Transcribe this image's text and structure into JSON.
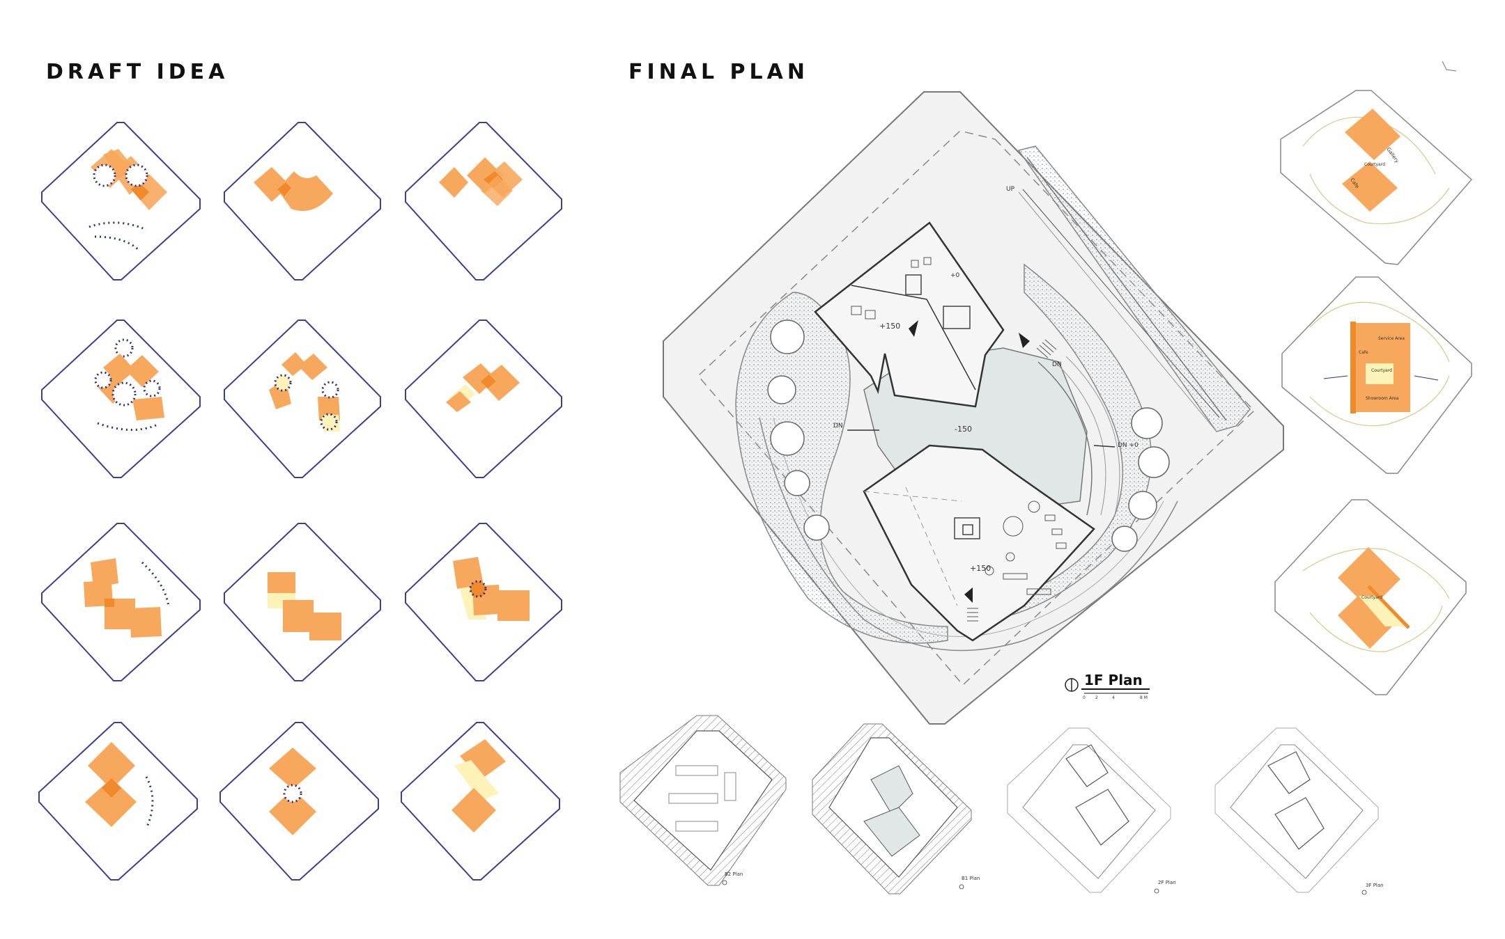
{
  "headings": {
    "left": "DRAFT IDEA",
    "right": "FINAL PLAN"
  },
  "colors": {
    "site_outline": "#3a3f8f",
    "mass_orange": "#f7a85c",
    "overlap_orange": "#f08a2a",
    "pale_yellow": "#fdf3b8",
    "dotted_path": "#2b2e7a",
    "plan_line": "#444444",
    "courtyard_fill": "#e1e6e6",
    "vegetation": "#c9d3d6"
  },
  "main_plan": {
    "title": "1F Plan",
    "scale_ticks": [
      "0",
      "2",
      "4",
      "8 M"
    ],
    "levels": {
      "upper": "+150",
      "courtyard": "-150",
      "lower": "+150",
      "entry_left": "DN",
      "entry_right": "DN  +0",
      "top_mark": "+0",
      "stair_mark": "DN",
      "walk_up": "UP"
    }
  },
  "side_diagrams": {
    "top": [
      "Gallery",
      "Courtyard",
      "Cafe"
    ],
    "middle": [
      "Service Area",
      "Cafe",
      "Courtyard",
      "Showroom Area"
    ],
    "bottom": [
      "Courtyard"
    ]
  },
  "small_plans": [
    "B2 Plan",
    "B1 Plan",
    "2F Plan",
    "3F Plan"
  ]
}
